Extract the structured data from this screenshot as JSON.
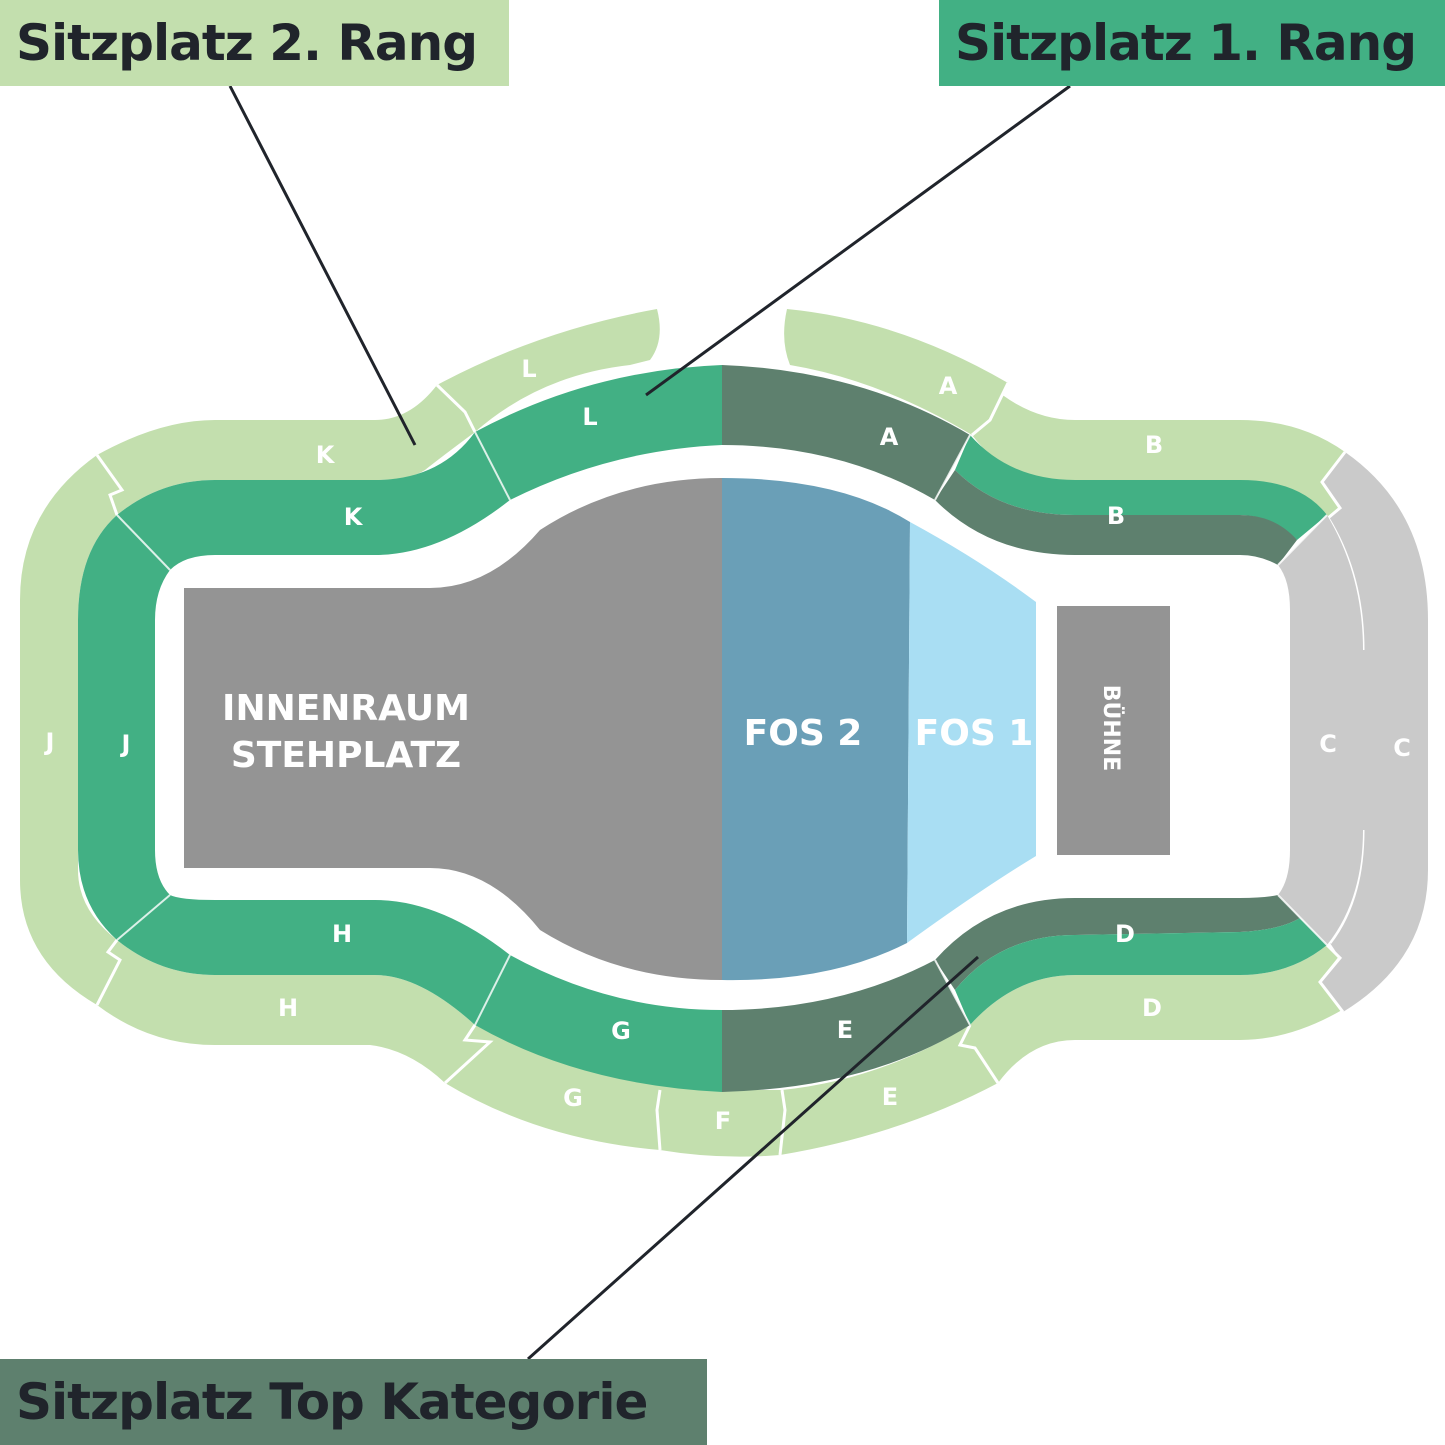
{
  "legend": {
    "rang2": "Sitzplatz 2. Rang",
    "rang1": "Sitzplatz 1. Rang",
    "top": "Sitzplatz Top Kategorie"
  },
  "floor": {
    "innenraum_line1": "INNENRAUM",
    "innenraum_line2": "STEHPLATZ",
    "fos2": "FOS 2",
    "fos1": "FOS 1",
    "stage": "BÜHNE"
  },
  "sections": {
    "outer": [
      "L",
      "K",
      "J",
      "H",
      "G",
      "F",
      "E",
      "D",
      "C",
      "B",
      "A"
    ],
    "inner": [
      "L",
      "A",
      "B",
      "C",
      "D",
      "E",
      "G",
      "H",
      "J",
      "K"
    ]
  },
  "colors": {
    "rang2": "#c3dfae",
    "rang1": "#42b084",
    "top_kategorie": "#5e806e",
    "standing": "#949494",
    "fos2": "#6a9fb7",
    "fos1": "#a9def3",
    "stage": "#949494",
    "section_c": "#cacaca"
  }
}
